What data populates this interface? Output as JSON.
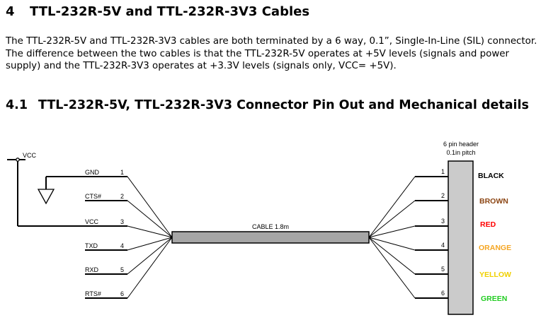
{
  "section": {
    "number": "4",
    "title": "TTL-232R-5V and TTL-232R-3V3 Cables",
    "paragraph": "The TTL-232R-5V and TTL-232R-3V3 cables are both terminated by a 6 way, 0.1”, Single-In-Line (SIL) connector. The difference between the two cables is that the TTL-232R-5V operates at +5V levels (signals and power supply) and the TTL-232R-3V3 operates at +3.3V levels (signals only, VCC= +5V)."
  },
  "subsection": {
    "number": "4.1",
    "title": "TTL-232R-5V,  TTL-232R-3V3 Connector Pin Out and Mechanical details"
  },
  "diagram": {
    "vcc_label": "VCC",
    "cable_label": "CABLE 1.8m",
    "header_label_1": "6 pin header",
    "header_label_2": "0.1in pitch",
    "left_pins": [
      {
        "name": "GND",
        "num": "1"
      },
      {
        "name": "CTS#",
        "num": "2"
      },
      {
        "name": "VCC",
        "num": "3"
      },
      {
        "name": "TXD",
        "num": "4"
      },
      {
        "name": "RXD",
        "num": "5"
      },
      {
        "name": "RTS#",
        "num": "6"
      }
    ],
    "right_pins": [
      {
        "num": "1",
        "color_name": "BLACK",
        "color": "#000000"
      },
      {
        "num": "2",
        "color_name": "BROWN",
        "color": "#8B4513"
      },
      {
        "num": "3",
        "color_name": "RED",
        "color": "#FF0000"
      },
      {
        "num": "4",
        "color_name": "ORANGE",
        "color": "#F5A623"
      },
      {
        "num": "5",
        "color_name": "YELLOW",
        "color": "#F0D000"
      },
      {
        "num": "6",
        "color_name": "GREEN",
        "color": "#22CC22"
      }
    ]
  }
}
